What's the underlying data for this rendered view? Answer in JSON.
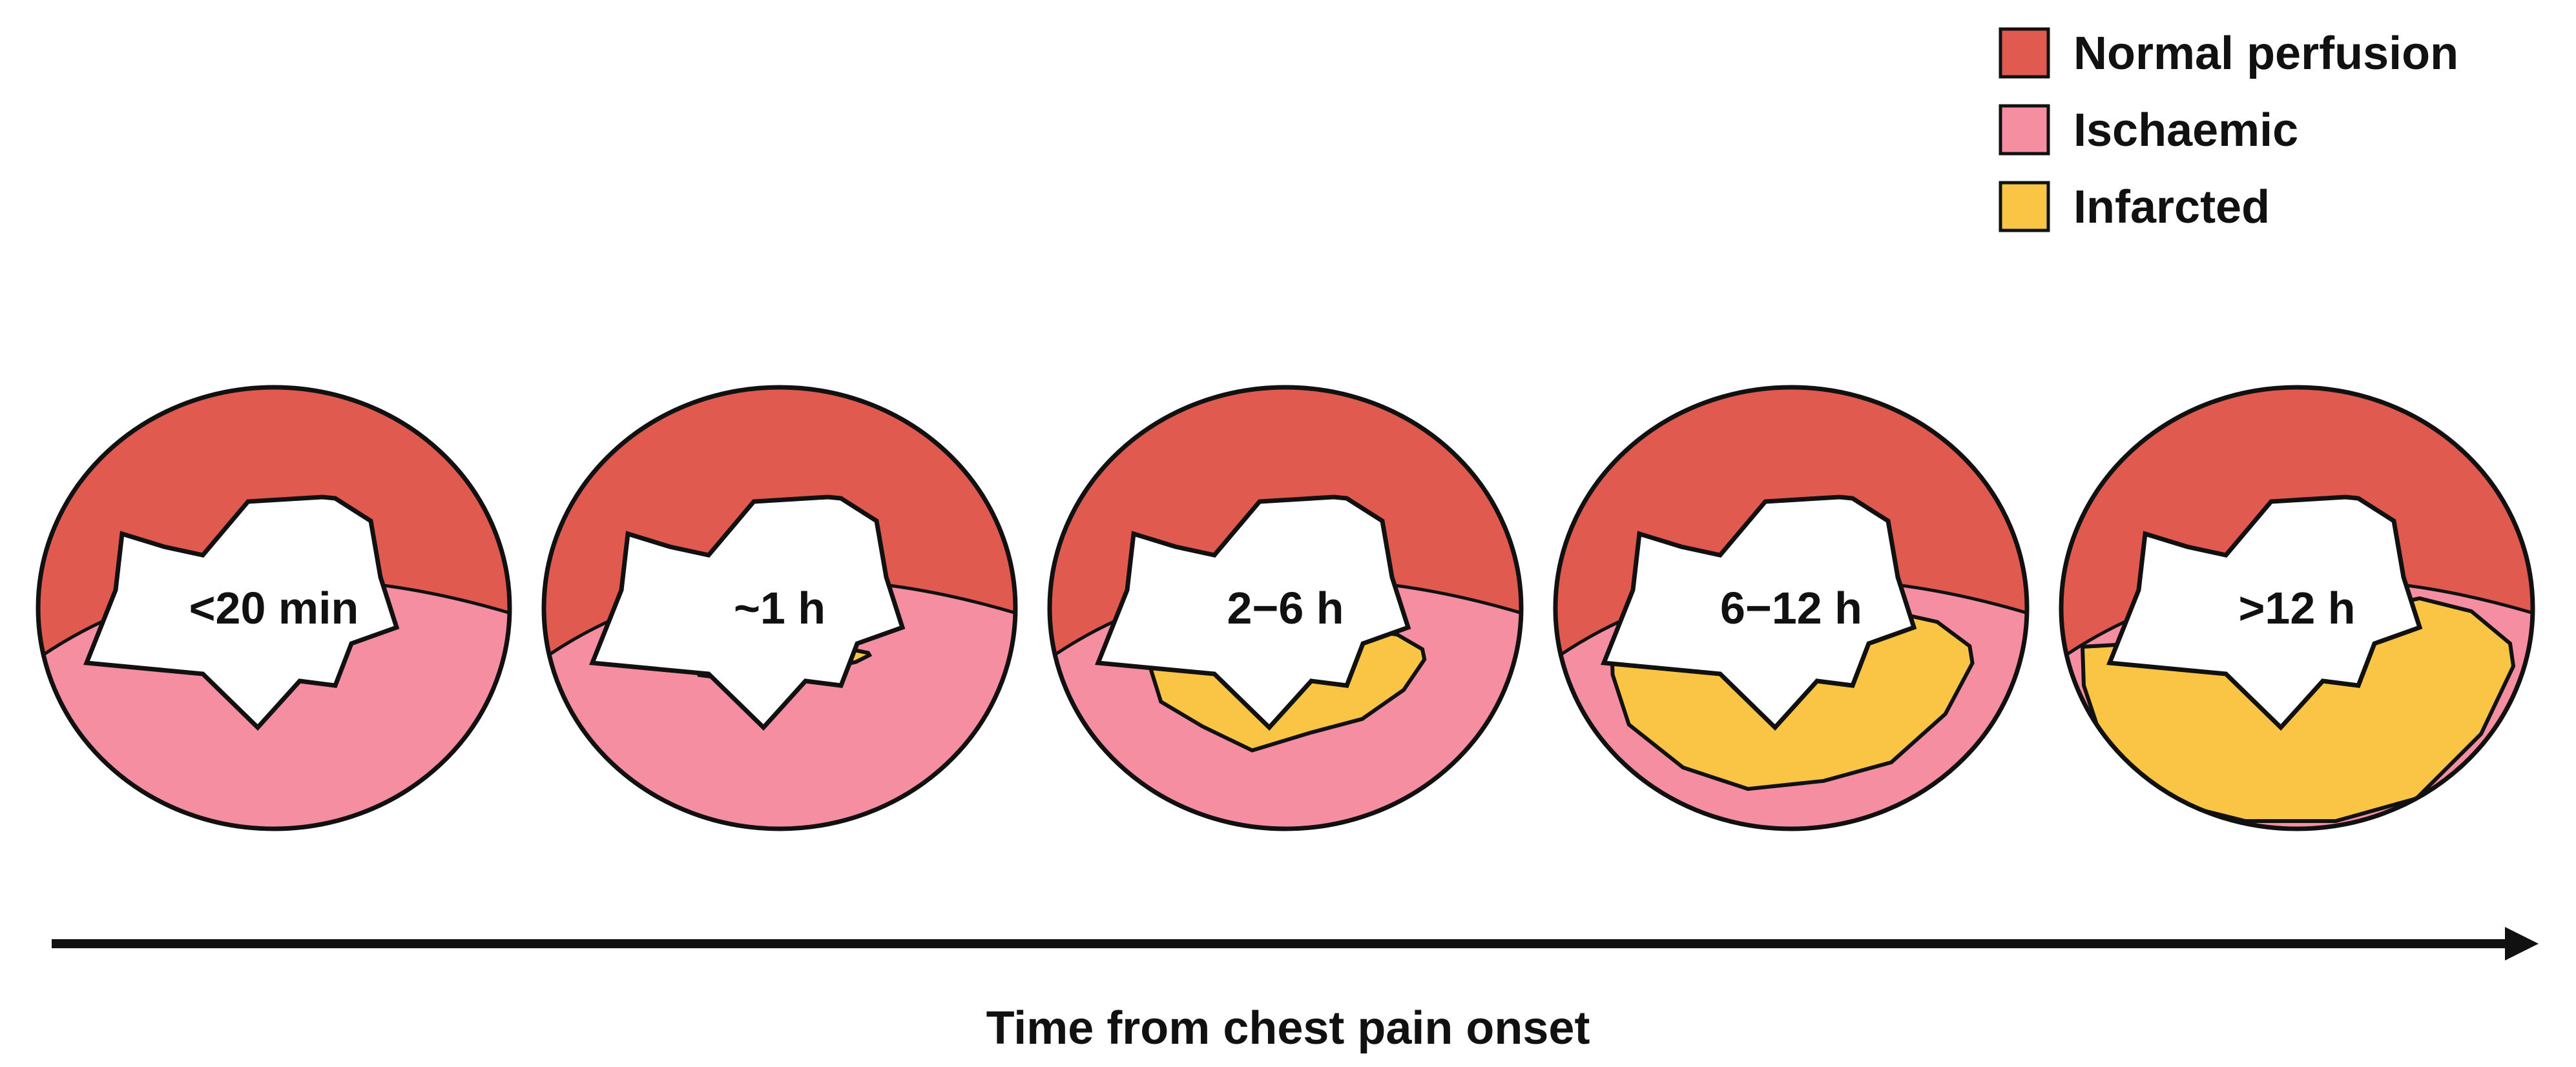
{
  "legend": {
    "items": [
      {
        "label": "Normal perfusion",
        "color": "#E05A4F"
      },
      {
        "label": "Ischaemic",
        "color": "#F48EA0"
      },
      {
        "label": "Infarcted",
        "color": "#FAC545"
      }
    ]
  },
  "stages": [
    {
      "label": "<20 min",
      "infarct_fraction": 0.0
    },
    {
      "label": "~1 h",
      "infarct_fraction": 0.1
    },
    {
      "label": "2−6 h",
      "infarct_fraction": 0.45
    },
    {
      "label": "6−12 h",
      "infarct_fraction": 0.75
    },
    {
      "label": ">12 h",
      "infarct_fraction": 1.0
    }
  ],
  "axis": {
    "label": "Time from chest pain onset"
  },
  "colors": {
    "normal": "#E05A4F",
    "ischaemic": "#F48EA0",
    "infarcted": "#FAC545",
    "outline": "#111111",
    "cavity": "#FFFFFF"
  }
}
